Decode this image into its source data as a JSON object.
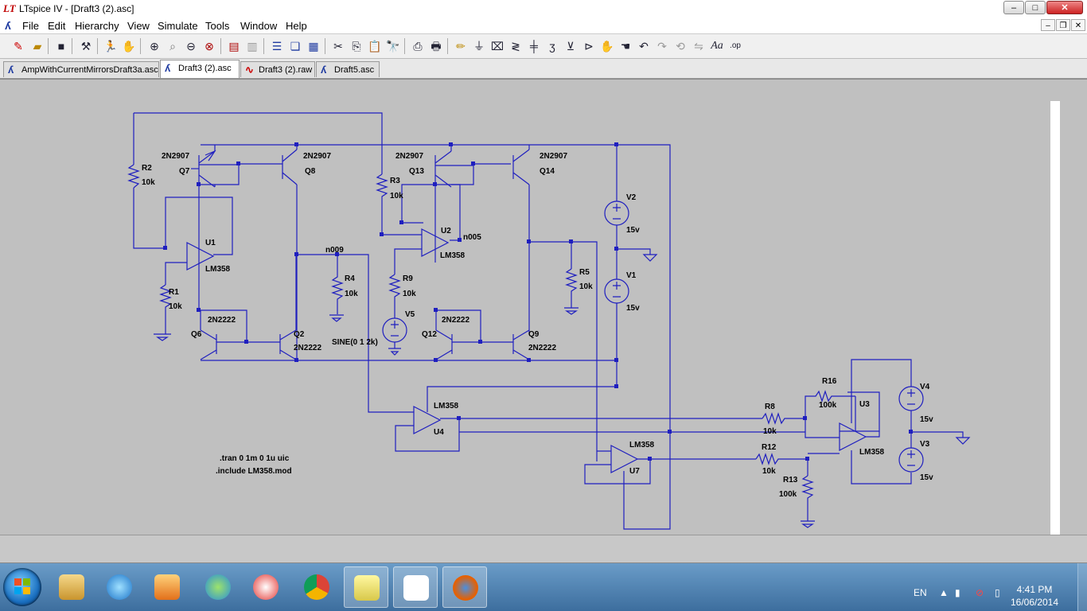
{
  "window": {
    "title": "LTspice IV - [Draft3 (2).asc]",
    "app_logo": "LT",
    "minimize": "‒",
    "maximize": "□",
    "close": "✕"
  },
  "menu": {
    "items": [
      "File",
      "Edit",
      "Hierarchy",
      "View",
      "Simulate",
      "Tools",
      "Window",
      "Help"
    ]
  },
  "toolbar": {
    "icons": [
      "new-schematic",
      "open",
      "save",
      "control-panel",
      "run",
      "halt",
      "zoom-in",
      "pan",
      "zoom-out",
      "zoom-fit",
      "autorange",
      "close-window",
      "tile-horizontal",
      "cascade",
      "tile-vertical",
      "cut",
      "copy",
      "paste",
      "find",
      "print-setup",
      "print",
      "draw-wire",
      "ground",
      "label-net",
      "resistor",
      "capacitor",
      "inductor",
      "diode",
      "component",
      "move",
      "drag",
      "undo",
      "redo",
      "rotate",
      "mirror",
      "text",
      "spice-directive"
    ]
  },
  "tabs": [
    {
      "label": "AmpWithCurrentMirrorsDraft3a.asc",
      "active": false
    },
    {
      "label": "Draft3 (2).asc",
      "active": true
    },
    {
      "label": "Draft3 (2).raw",
      "active": false
    },
    {
      "label": "Draft5.asc",
      "active": false
    }
  ],
  "schematic": {
    "wire_color": "#1f1fbf",
    "parts": {
      "q7_model": "2N2907",
      "q7_name": "Q7",
      "q8_model": "2N2907",
      "q8_name": "Q8",
      "q13_model": "2N2907",
      "q13_name": "Q13",
      "q14_model": "2N2907",
      "q14_name": "Q14",
      "q6_model": "2N2222",
      "q6_name": "Q6",
      "q2_model": "2N2222",
      "q2_name": "Q2",
      "q12_model": "2N2222",
      "q12_name": "Q12",
      "q9_model": "2N2222",
      "q9_name": "Q9",
      "r2_name": "R2",
      "r2_value": "10k",
      "r1_name": "R1",
      "r1_value": "10k",
      "r3_name": "R3",
      "r3_value": "10k",
      "r4_name": "R4",
      "r4_value": "10k",
      "r5_name": "R5",
      "r5_value": "10k",
      "r9_name": "R9",
      "r9_value": "10k",
      "r8_name": "R8",
      "r8_value": "10k",
      "r12_name": "R12",
      "r12_value": "10k",
      "r13_name": "R13",
      "r13_value": "100k",
      "r16_name": "R16",
      "r16_value": "100k",
      "u1_name": "U1",
      "u1_model": "LM358",
      "u2_name": "U2",
      "u2_model": "LM358",
      "u4_name": "U4",
      "u4_model": "LM358",
      "u7_name": "U7",
      "u7_model": "LM358",
      "u3_name": "U3",
      "u3_model": "LM358",
      "v2_name": "V2",
      "v2_value": "15v",
      "v1_name": "V1",
      "v1_value": "15v",
      "v4_name": "V4",
      "v4_value": "15v",
      "v3_name": "V3",
      "v3_value": "15v",
      "v5_name": "V5",
      "v5_value": "SINE(0 1 2k)",
      "net_n009": "n009",
      "net_n005": "n005"
    },
    "directives": {
      "tran": ".tran 0 1m 0 1u uic",
      "include": ".include LM358.mod"
    }
  },
  "taskbar": {
    "apps": [
      "start",
      "explorer",
      "internet-explorer",
      "media-player",
      "messenger",
      "picasa",
      "chrome",
      "sticky-notes",
      "ltspice",
      "firefox"
    ],
    "language": "EN",
    "time": "4:41 PM",
    "date": "16/06/2014"
  }
}
